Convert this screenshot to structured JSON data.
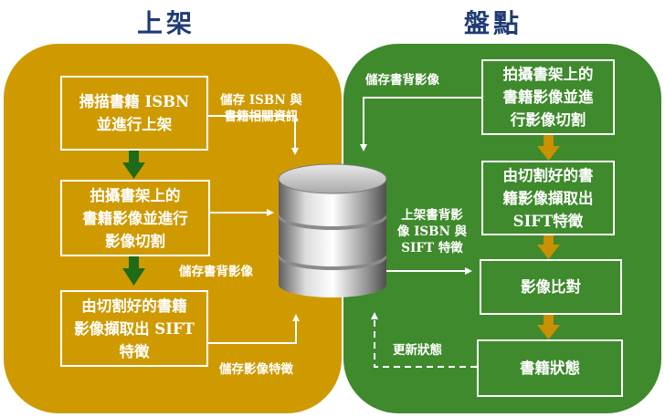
{
  "titles": {
    "left": "上架",
    "right": "盤點"
  },
  "left": {
    "box1": "掃描書籍 ISBN\n並進行上架",
    "box2": "拍攝書架上的\n書籍影像並進行\n影像切割",
    "box3": "由切割好的書籍\n影像擷取出 SIFT\n特徵",
    "label_isbn": "儲存 ISBN 與\n書籍相關資訊",
    "label_shelf_image": "儲存書背影像",
    "label_feature_image": "儲存影像特徵"
  },
  "right": {
    "box1": "拍攝書架上的\n書籍影像並進\n行影像切割",
    "box2": "由切割好的書\n籍影像擷取出\nSIFT特徵",
    "box3": "影像比對",
    "box4": "書籍狀態",
    "label_store_spine": "儲存書背影像",
    "label_shelved": "上架書背影\n像 ISBN 與\nSIFT 特徵",
    "label_update": "更新狀態"
  },
  "colors": {
    "left_panel": "#cf9a00",
    "right_panel": "#3e8a2c",
    "title": "#1f3b74",
    "flow_arrow_left": "#1e6b1a",
    "flow_arrow_right": "#c99000"
  },
  "icons": {
    "database": "database-icon"
  }
}
